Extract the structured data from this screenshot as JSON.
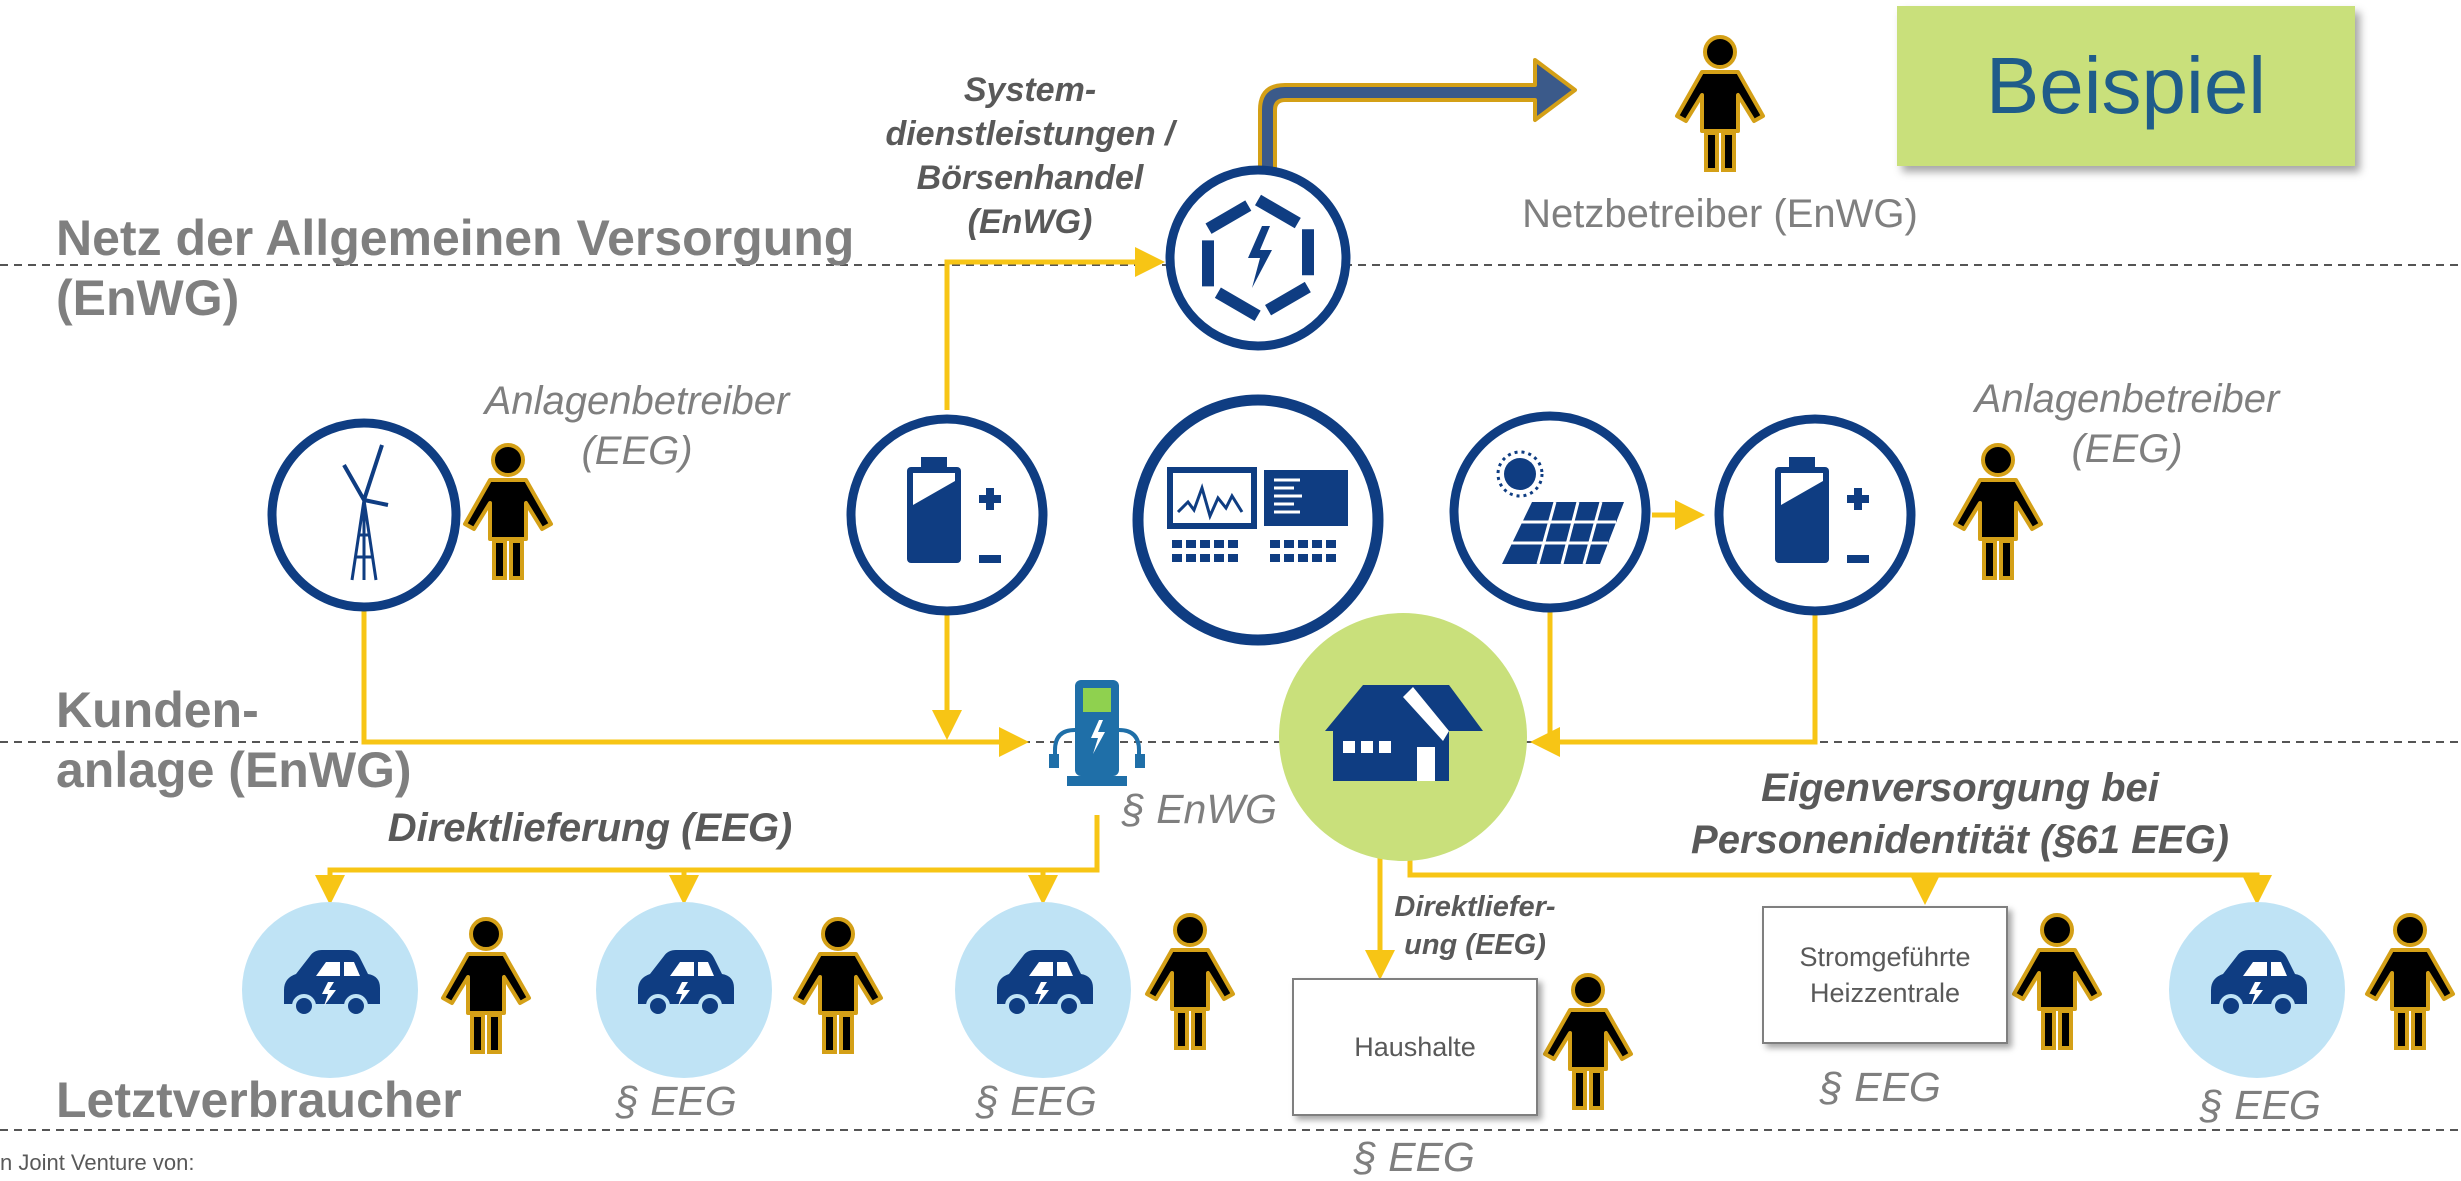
{
  "badge": "Beispiel",
  "layers": {
    "grid": "Netz der Allgemeinen Versorgung\n(EnWG)",
    "customer": "Kunden-\nanlage (EnWG)",
    "consumer": "Letztverbraucher"
  },
  "labels": {
    "system_services": "System-\ndienstleistungen /\nBörsenhandel\n(EnWG)",
    "grid_operator": "Netzbetreiber (EnWG)",
    "operator_left": "Anlagenbetreiber\n(EEG)",
    "operator_right": "Anlagenbetreiber\n(EEG)",
    "direct_supply": "Direktlieferung (EEG)",
    "direct_supply_house": "Direktliefer-\nung (EEG)",
    "self_supply": "Eigenversorgung bei\nPersonenidentität (§61 EEG)",
    "enwg_charger": "§ EnWG",
    "eeg_car2": "§ EEG",
    "eeg_car3": "§ EEG",
    "eeg_house": "§ EEG",
    "eeg_heat": "§ EEG",
    "eeg_car4": "§ EEG",
    "footer": "n Joint Venture von:"
  },
  "boxes": {
    "households": "Haushalte",
    "heating": "Stromgeführte\nHeizzentrale"
  },
  "colors": {
    "navy": "#0f3d82",
    "yellow": "#f7c515",
    "green": "#c9e07b",
    "light_blue": "#bfe3f5",
    "gray_text": "#7f7f7f",
    "person_body": "#000000",
    "person_outline": "#d4a017"
  },
  "icons": [
    "wind-turbine-icon",
    "battery-icon",
    "control-system-icon",
    "solar-panel-icon",
    "grid-hexagon-icon",
    "charging-station-icon",
    "house-icon",
    "car-icon",
    "person-icon"
  ]
}
